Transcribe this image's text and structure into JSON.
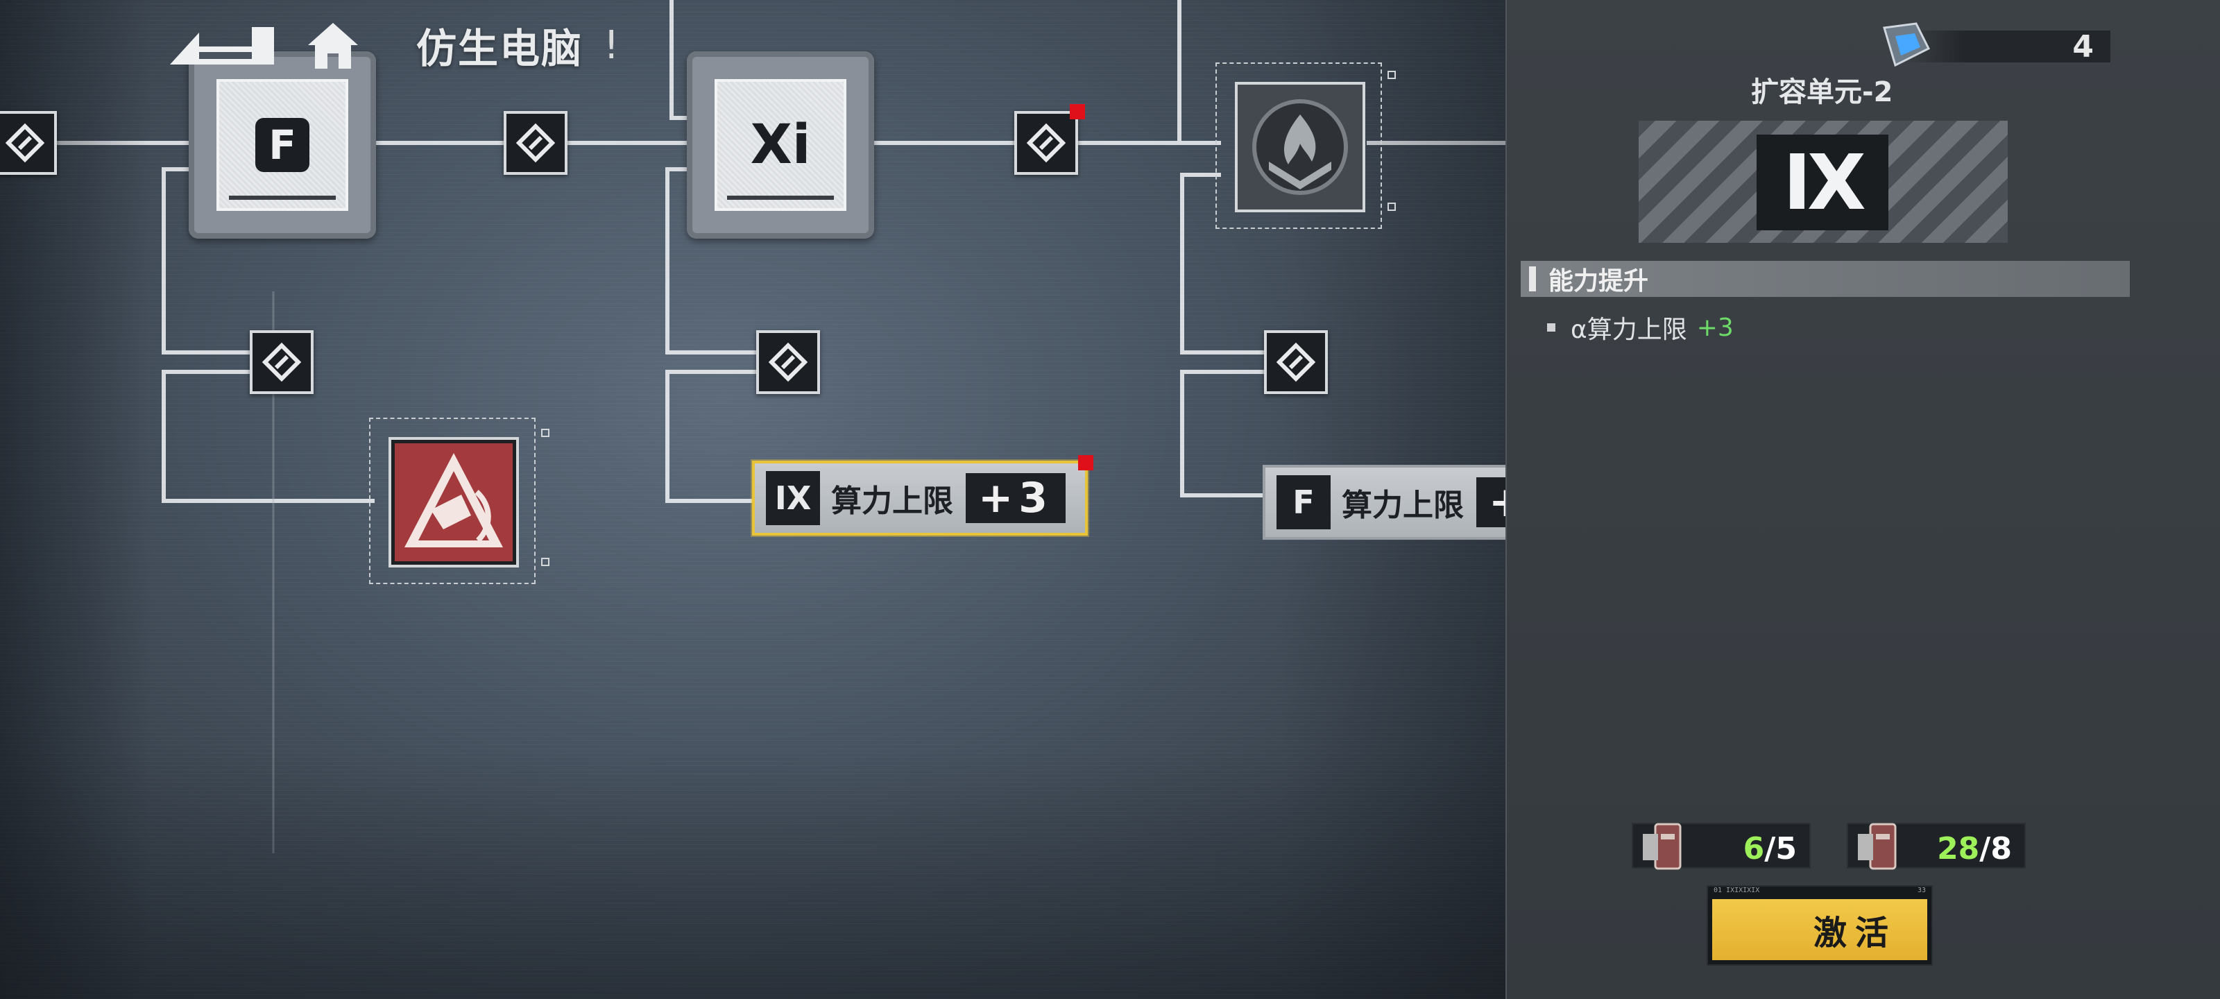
{
  "header": {
    "title": "仿生电脑",
    "title_mark": "!"
  },
  "tree": {
    "nodes": {
      "node_f_glyph": "F",
      "node_x_glyph": "Xi"
    },
    "cards": [
      {
        "id": "card-1",
        "badge": "IX",
        "label": "算力上限",
        "value": "+3",
        "selected": true
      },
      {
        "id": "card-2",
        "badge": "F",
        "label": "算力上限",
        "value": "+",
        "selected": false
      }
    ]
  },
  "panel": {
    "currency_count": "4",
    "unit_name": "扩容单元-2",
    "unit_logo": "IX",
    "section_title": "能力提升",
    "ability": {
      "label": "α算力上限",
      "bonus": "+3"
    },
    "costs": [
      {
        "have": "6",
        "need": "5"
      },
      {
        "have": "28",
        "need": "8"
      }
    ],
    "activate_label": "激活",
    "activate_strip_left": "01 IXIXIXIX",
    "activate_strip_right": "33"
  },
  "colors": {
    "accent_yellow": "#f2c94a",
    "highlight_border": "#e8c43a",
    "bonus_green": "#6fdc6a",
    "count_ok": "#9ef05a",
    "alert_red": "#e0101a"
  },
  "icons": {
    "back": "back-arrow-icon",
    "home": "home-icon",
    "link": "link-icon",
    "fire": "fire-emblem-icon",
    "explosion": "explosion-icon",
    "chip": "chip-icon",
    "battery": "battery-icon"
  }
}
